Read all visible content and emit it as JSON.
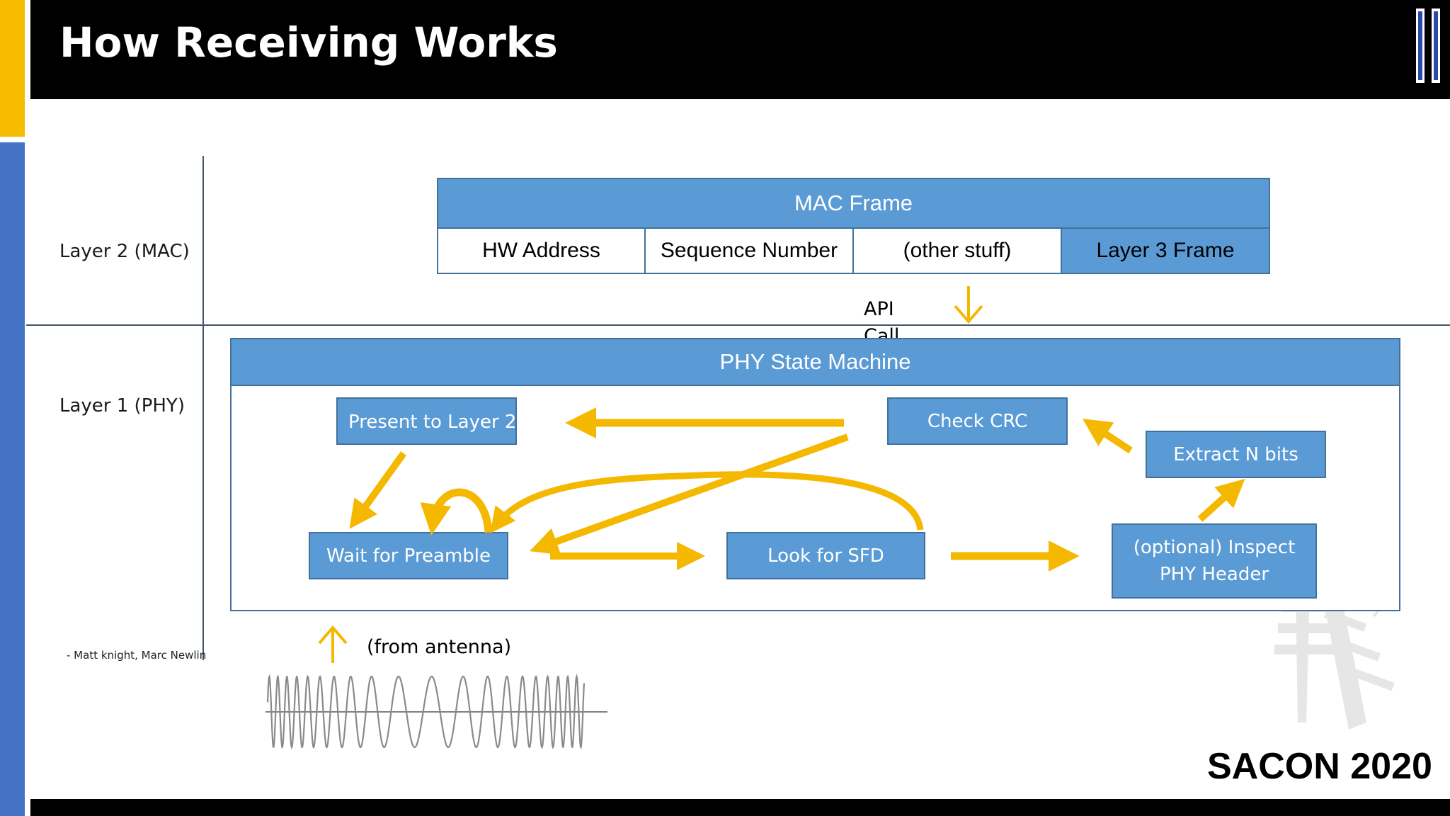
{
  "slide": {
    "title": "How Receiving Works",
    "footer_brand": "SACON 2020",
    "credit": "- Matt knight, Marc Newlin"
  },
  "layers": {
    "layer2_label": "Layer 2 (MAC)",
    "layer1_label": "Layer 1 (PHY)"
  },
  "mac_frame": {
    "header": "MAC Frame",
    "fields": [
      "HW Address",
      "Sequence Number",
      "(other stuff)",
      "Layer 3 Frame"
    ]
  },
  "api_call": "API Call",
  "phy": {
    "header": "PHY State Machine",
    "states": {
      "present": "Present to Layer 2",
      "check_crc": "Check CRC",
      "extract": "Extract N bits",
      "wait": "Wait for Preamble",
      "look_sfd": "Look for SFD",
      "inspect": "(optional) Inspect PHY Header"
    }
  },
  "antenna_label": "(from antenna)",
  "colors": {
    "accent_yellow": "#f7bb00",
    "box_blue": "#5b9bd5",
    "box_border": "#41719c",
    "side_blue": "#4472c4",
    "arrow_orange": "#f5b800"
  },
  "icons": [
    "down-arrow-icon",
    "up-arrow-icon",
    "loop-arrow-icon",
    "waveform-icon",
    "logo-bars-icon",
    "watermark-icon"
  ]
}
